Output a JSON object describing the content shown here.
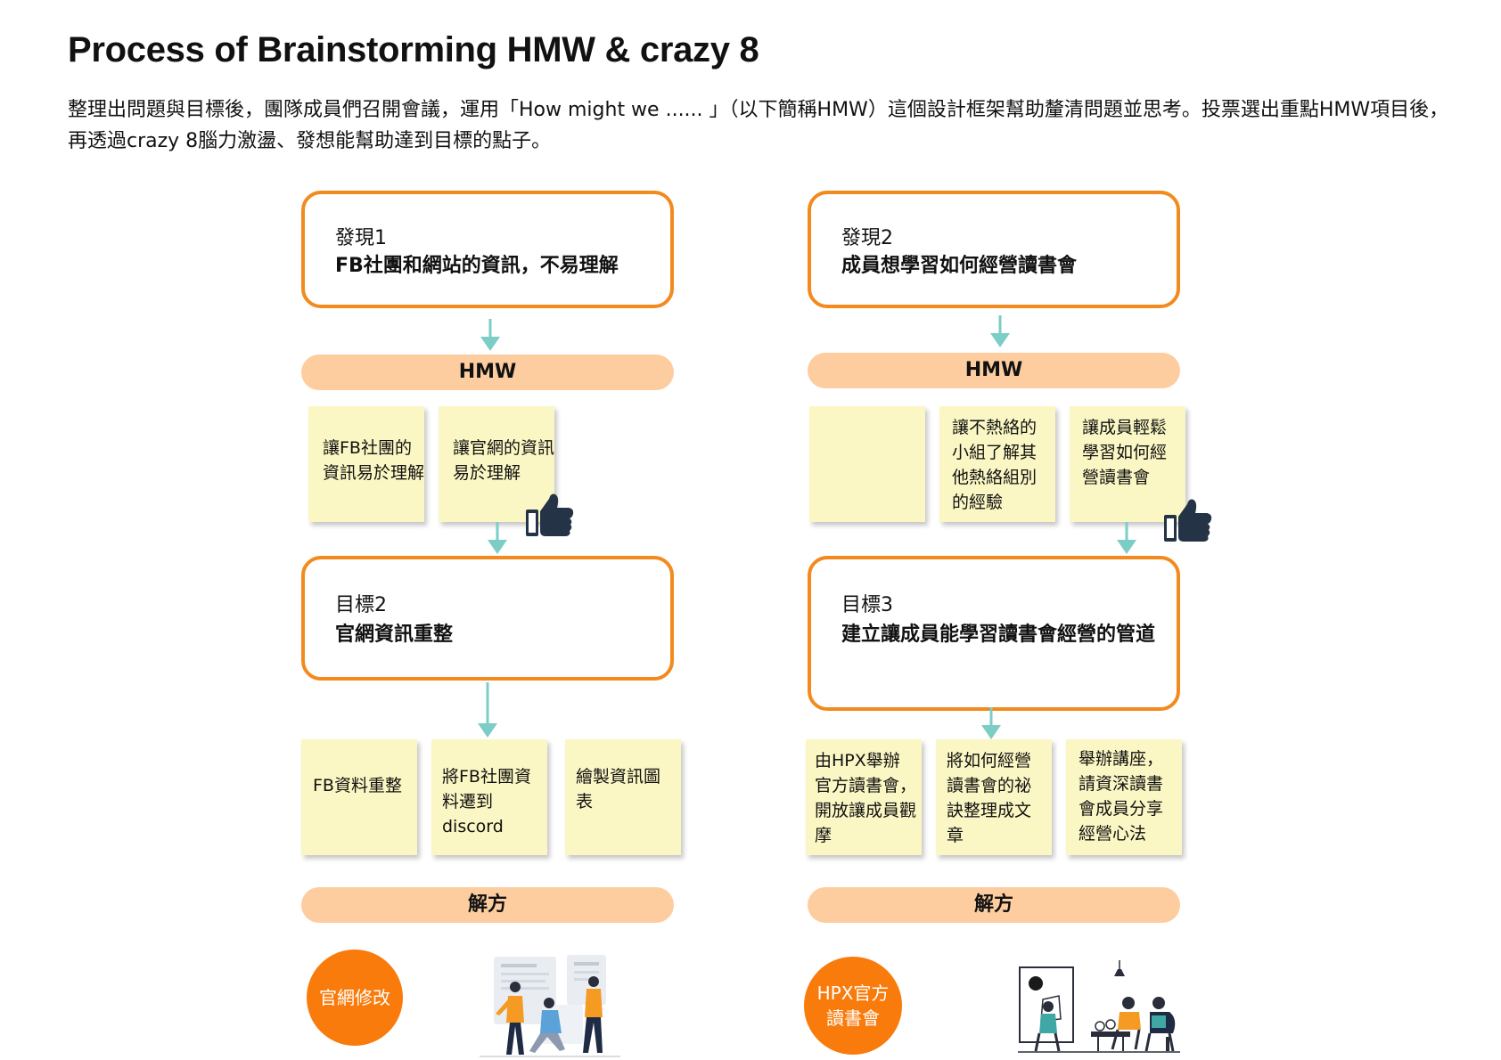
{
  "title": "Process of Brainstorming HMW & crazy 8",
  "intro": "整理出問題與目標後，團隊成員們召開會議，運用「How might we ...... 」（以下簡稱HMW）這個設計框架幫助釐清問題並思考。投票選出重點HMW項目後，再透過crazy 8腦力激盪、發想能幫助達到目標的點子。",
  "left": {
    "finding_label": "發現1",
    "finding_text": "FB社團和網站的資訊，不易理解",
    "hmw_label": "HMW",
    "hmw_notes": [
      "讓FB社團的資訊易於理解",
      "讓官網的資訊易於理解"
    ],
    "goal_label": "目標2",
    "goal_text": "官網資訊重整",
    "ideas": [
      "FB資料重整",
      "將FB社團資料遷到discord",
      "繪製資訊圖表"
    ],
    "solution_label": "解方",
    "solution": "官網修改"
  },
  "right": {
    "finding_label": "發現2",
    "finding_text": "成員想學習如何經營讀書會",
    "hmw_label": "HMW",
    "hmw_notes": [
      "",
      "讓不熱絡的小組了解其他熱絡組別的經驗",
      "讓成員輕鬆學習如何經營讀書會"
    ],
    "goal_label": "目標3",
    "goal_text": "建立讓成員能學習讀書會經營的管道",
    "ideas": [
      "由HPX舉辦官方讀書會，開放讓成員觀摩",
      "將如何經營讀書會的祕訣整理成文章",
      "舉辦講座，請資深讀書會成員分享經營心法"
    ],
    "solution_label": "解方",
    "solution": "HPX官方讀書會"
  },
  "colors": {
    "orange": "#f28a1e",
    "pill": "#fdcd9f",
    "note": "#fbf7c4",
    "arrow": "#7ccdc6",
    "circle": "#f97b0c"
  },
  "icons": [
    "thumbs-up-icon",
    "people-working-illustration",
    "book-club-illustration"
  ]
}
